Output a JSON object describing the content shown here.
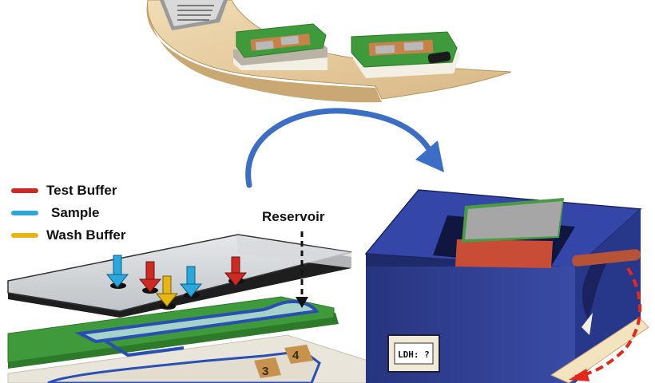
{
  "colors": {
    "test_buffer": "#cc2a22",
    "sample": "#2aa8dc",
    "wash_buffer": "#e7b613",
    "device_body": "#2c3c8c",
    "pcb_green": "#3e9a3a",
    "flow_arrow": "#3b6ec4",
    "wood": "#e8cda0"
  },
  "legend": {
    "items": [
      {
        "label": "Test Buffer",
        "color": "#cc2a22"
      },
      {
        "label": "Sample",
        "color": "#2aa8dc"
      },
      {
        "label": "Wash Buffer",
        "color": "#e7b613"
      }
    ]
  },
  "callouts": {
    "reservoir": "Reservoir"
  },
  "chip": {
    "pad_labels": [
      "3",
      "4"
    ]
  },
  "device": {
    "display_text": "LDH: ?"
  }
}
